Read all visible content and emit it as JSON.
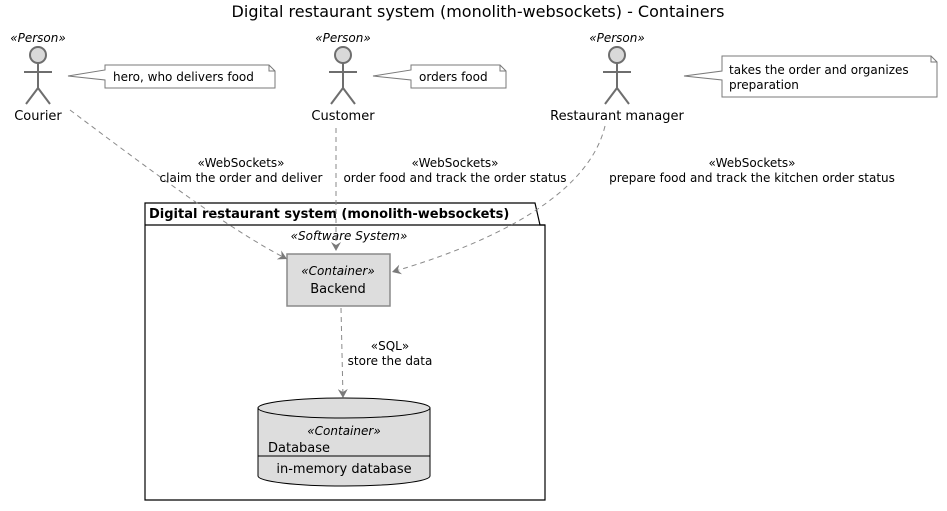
{
  "title": "Digital restaurant system (monolith-websockets) - Containers",
  "actors": [
    {
      "stereotype": "«Person»",
      "name": "Courier",
      "note": "hero, who delivers food"
    },
    {
      "stereotype": "«Person»",
      "name": "Customer",
      "note": "orders food"
    },
    {
      "stereotype": "«Person»",
      "name": "Restaurant manager",
      "note_line1": "takes the order and organizes",
      "note_line2": "preparation"
    }
  ],
  "system": {
    "name": "Digital restaurant system (monolith-websockets)",
    "stereotype": "«Software System»"
  },
  "backend": {
    "stereotype": "«Container»",
    "name": "Backend"
  },
  "database": {
    "stereotype": "«Container»",
    "name": "Database",
    "technology": "in-memory database"
  },
  "relations": [
    {
      "protocol": "«WebSockets»",
      "label": "claim the order and deliver"
    },
    {
      "protocol": "«WebSockets»",
      "label": "order food and track the order status"
    },
    {
      "protocol": "«WebSockets»",
      "label": "prepare food and track the kitchen order status"
    },
    {
      "protocol": "«SQL»",
      "label": "store the data"
    }
  ],
  "colors": {
    "element_fill": "#dddddd",
    "element_border": "#8a8a8a",
    "actor_fill": "#d9d9d9"
  }
}
